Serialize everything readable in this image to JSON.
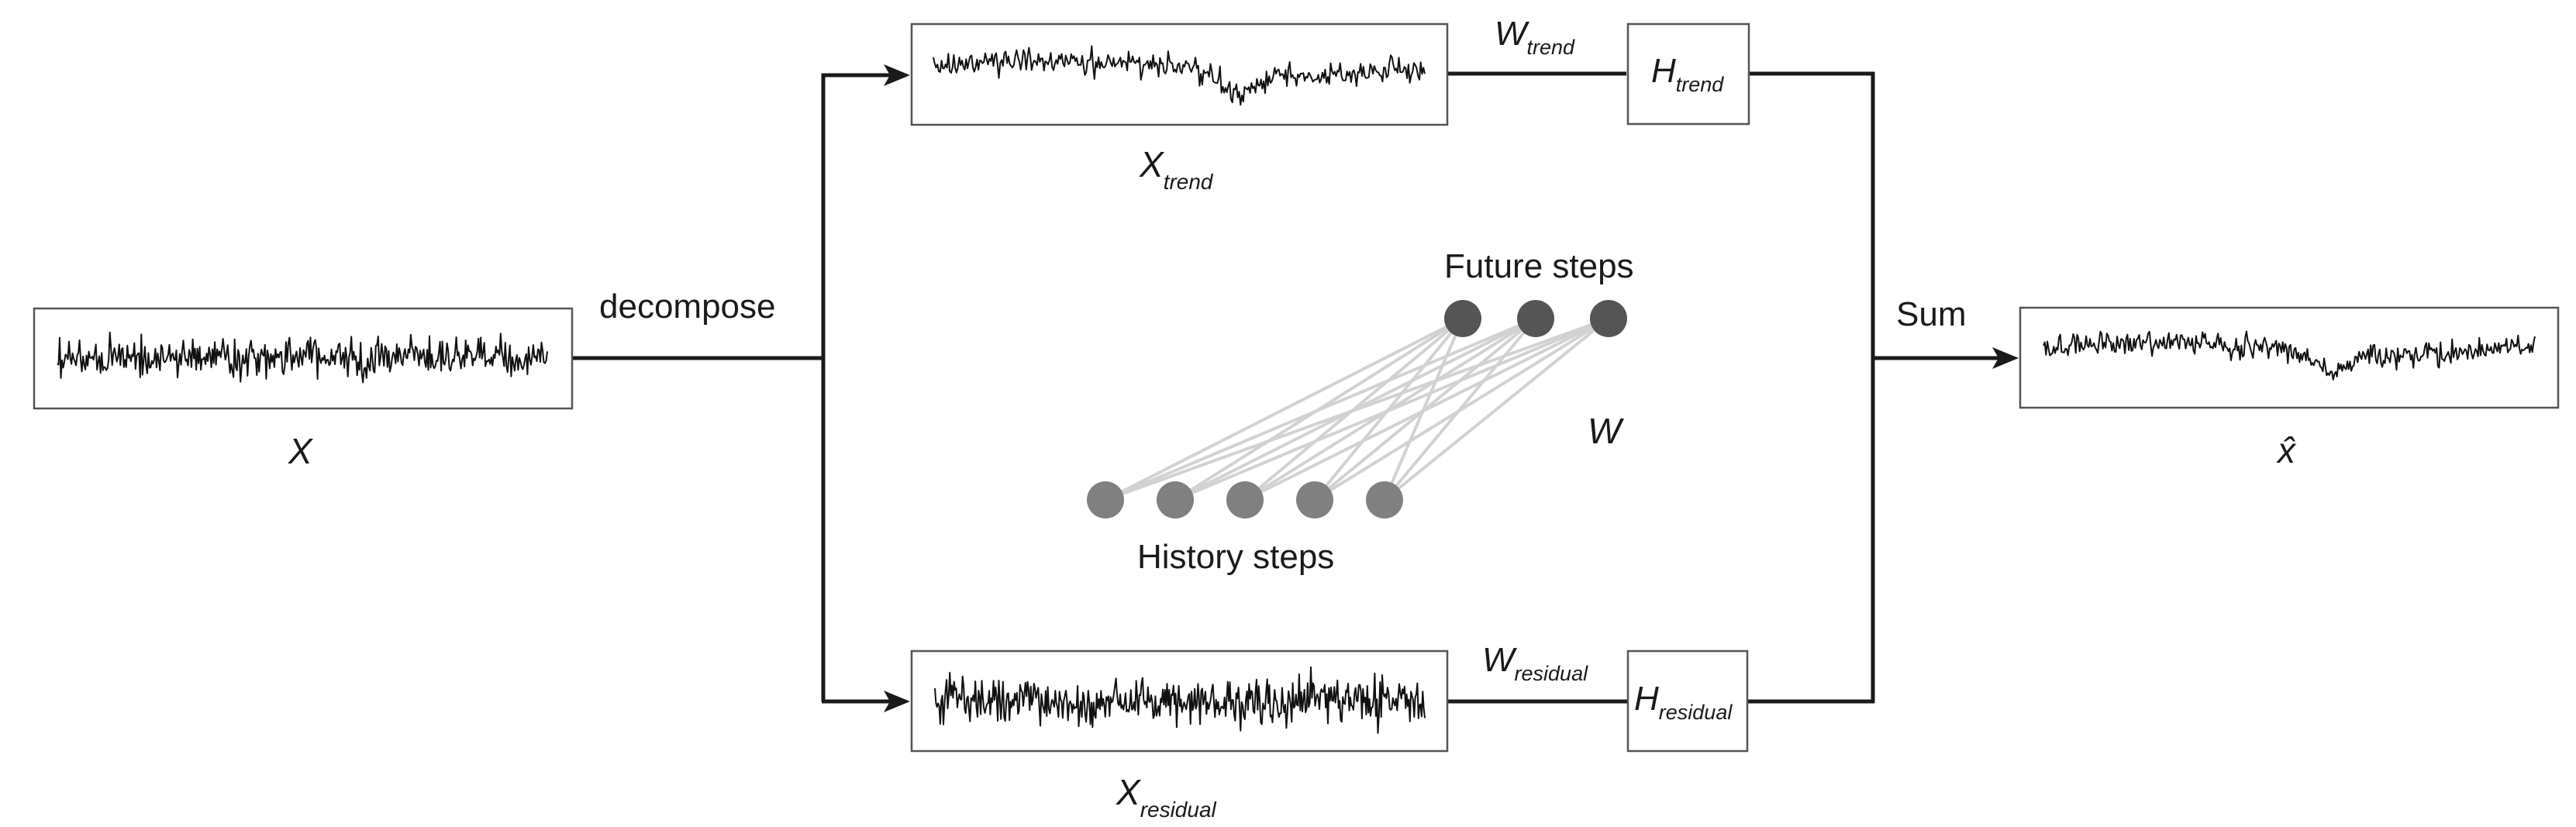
{
  "labels": {
    "decompose": "decompose",
    "sum": "Sum",
    "future_steps": "Future steps",
    "history_steps": "History steps",
    "w": "W"
  },
  "symbols": {
    "x": "X",
    "x_hat": "x̂",
    "x_trend": {
      "base": "X",
      "sub": "trend"
    },
    "x_residual": {
      "base": "X",
      "sub": "residual"
    },
    "w_trend": {
      "base": "W",
      "sub": "trend"
    },
    "w_residual": {
      "base": "W",
      "sub": "residual"
    },
    "h_trend": {
      "base": "H",
      "sub": "trend"
    },
    "h_residual": {
      "base": "H",
      "sub": "residual"
    }
  },
  "network": {
    "history_count": 5,
    "future_count": 3
  },
  "colors": {
    "line": "#1a1a1a",
    "future_node": "#555555",
    "history_node": "#808080",
    "edge": "#d2d2d2",
    "box_border": "#555555"
  }
}
